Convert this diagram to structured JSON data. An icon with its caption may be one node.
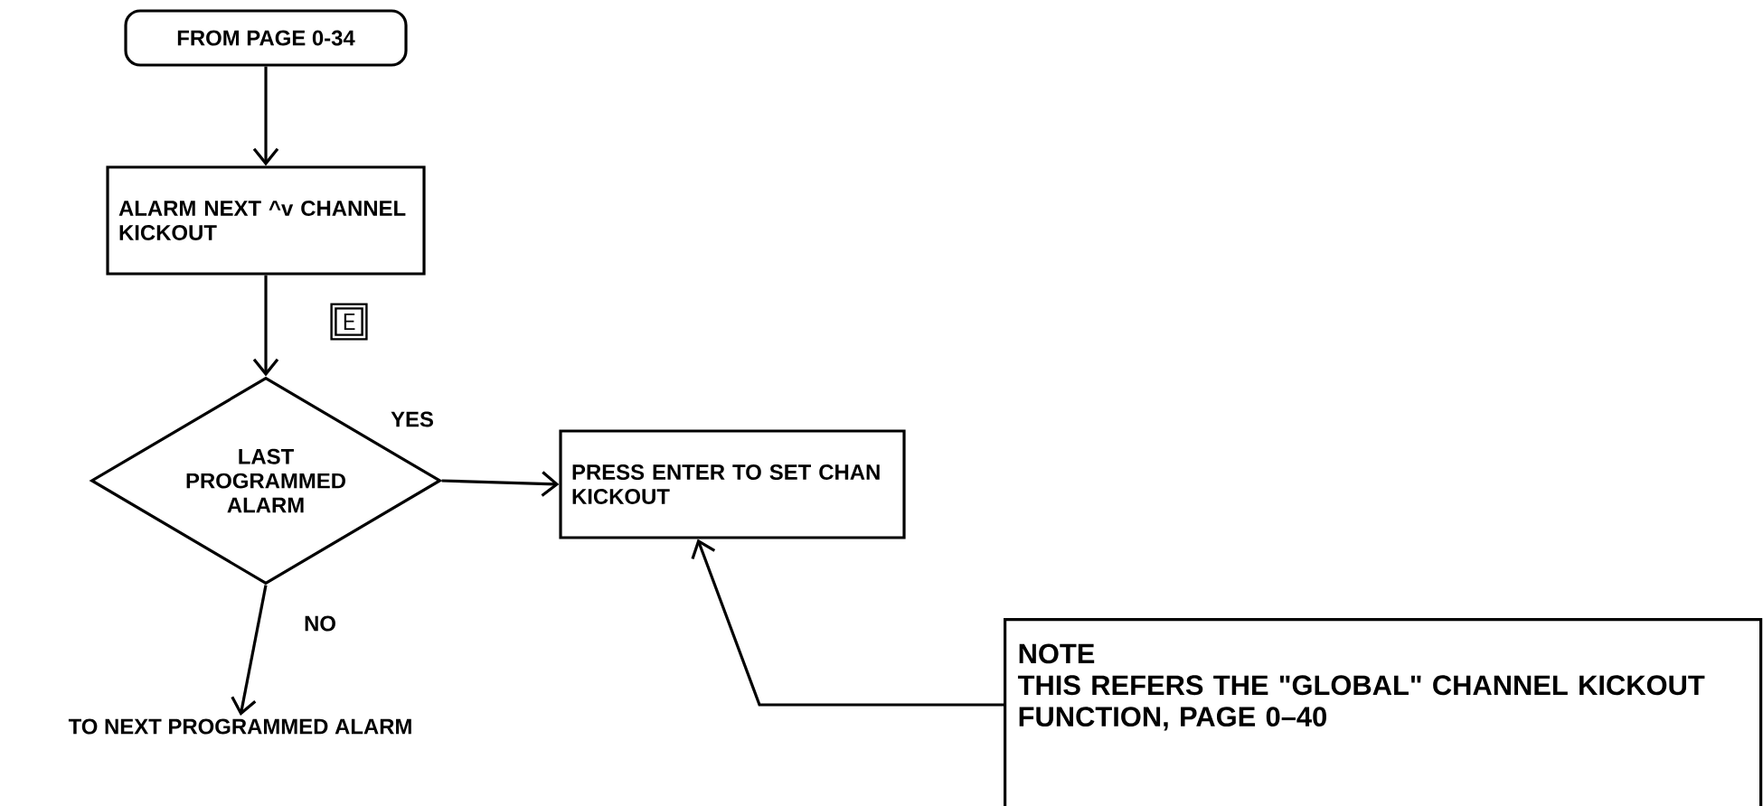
{
  "diagram": {
    "nodes": [
      {
        "text": [
          "FROM PAGE 0-34"
        ]
      },
      {
        "text": [
          "ALARM NEXT ^v CHANNEL KICKOUT"
        ]
      },
      {
        "text": [
          "LAST PROGRAMMED ALARM"
        ]
      },
      {
        "text": [
          "PRESS ENTER TO SET CHAN KICKOUT"
        ]
      },
      {
        "text": [
          "TO NEXT PROGRAMMED ALARM"
        ]
      },
      {
        "text": [
          "NOTE",
          "THIS REFERS THE \"GLOBAL\" CHANNEL KICKOUT FUNCTION, PAGE 0–40"
        ]
      }
    ],
    "edges": [
      {
        "from": 0,
        "to": 1,
        "arrow": "to"
      },
      {
        "from": 1,
        "to": 2,
        "arrow": "to",
        "label": "E"
      },
      {
        "from": 2,
        "to": 3,
        "arrow": "to",
        "label": "YES"
      },
      {
        "from": 2,
        "to": 4,
        "arrow": "to",
        "label": "NO"
      },
      {
        "from": 5,
        "to": 3,
        "arrow": "to"
      }
    ]
  }
}
